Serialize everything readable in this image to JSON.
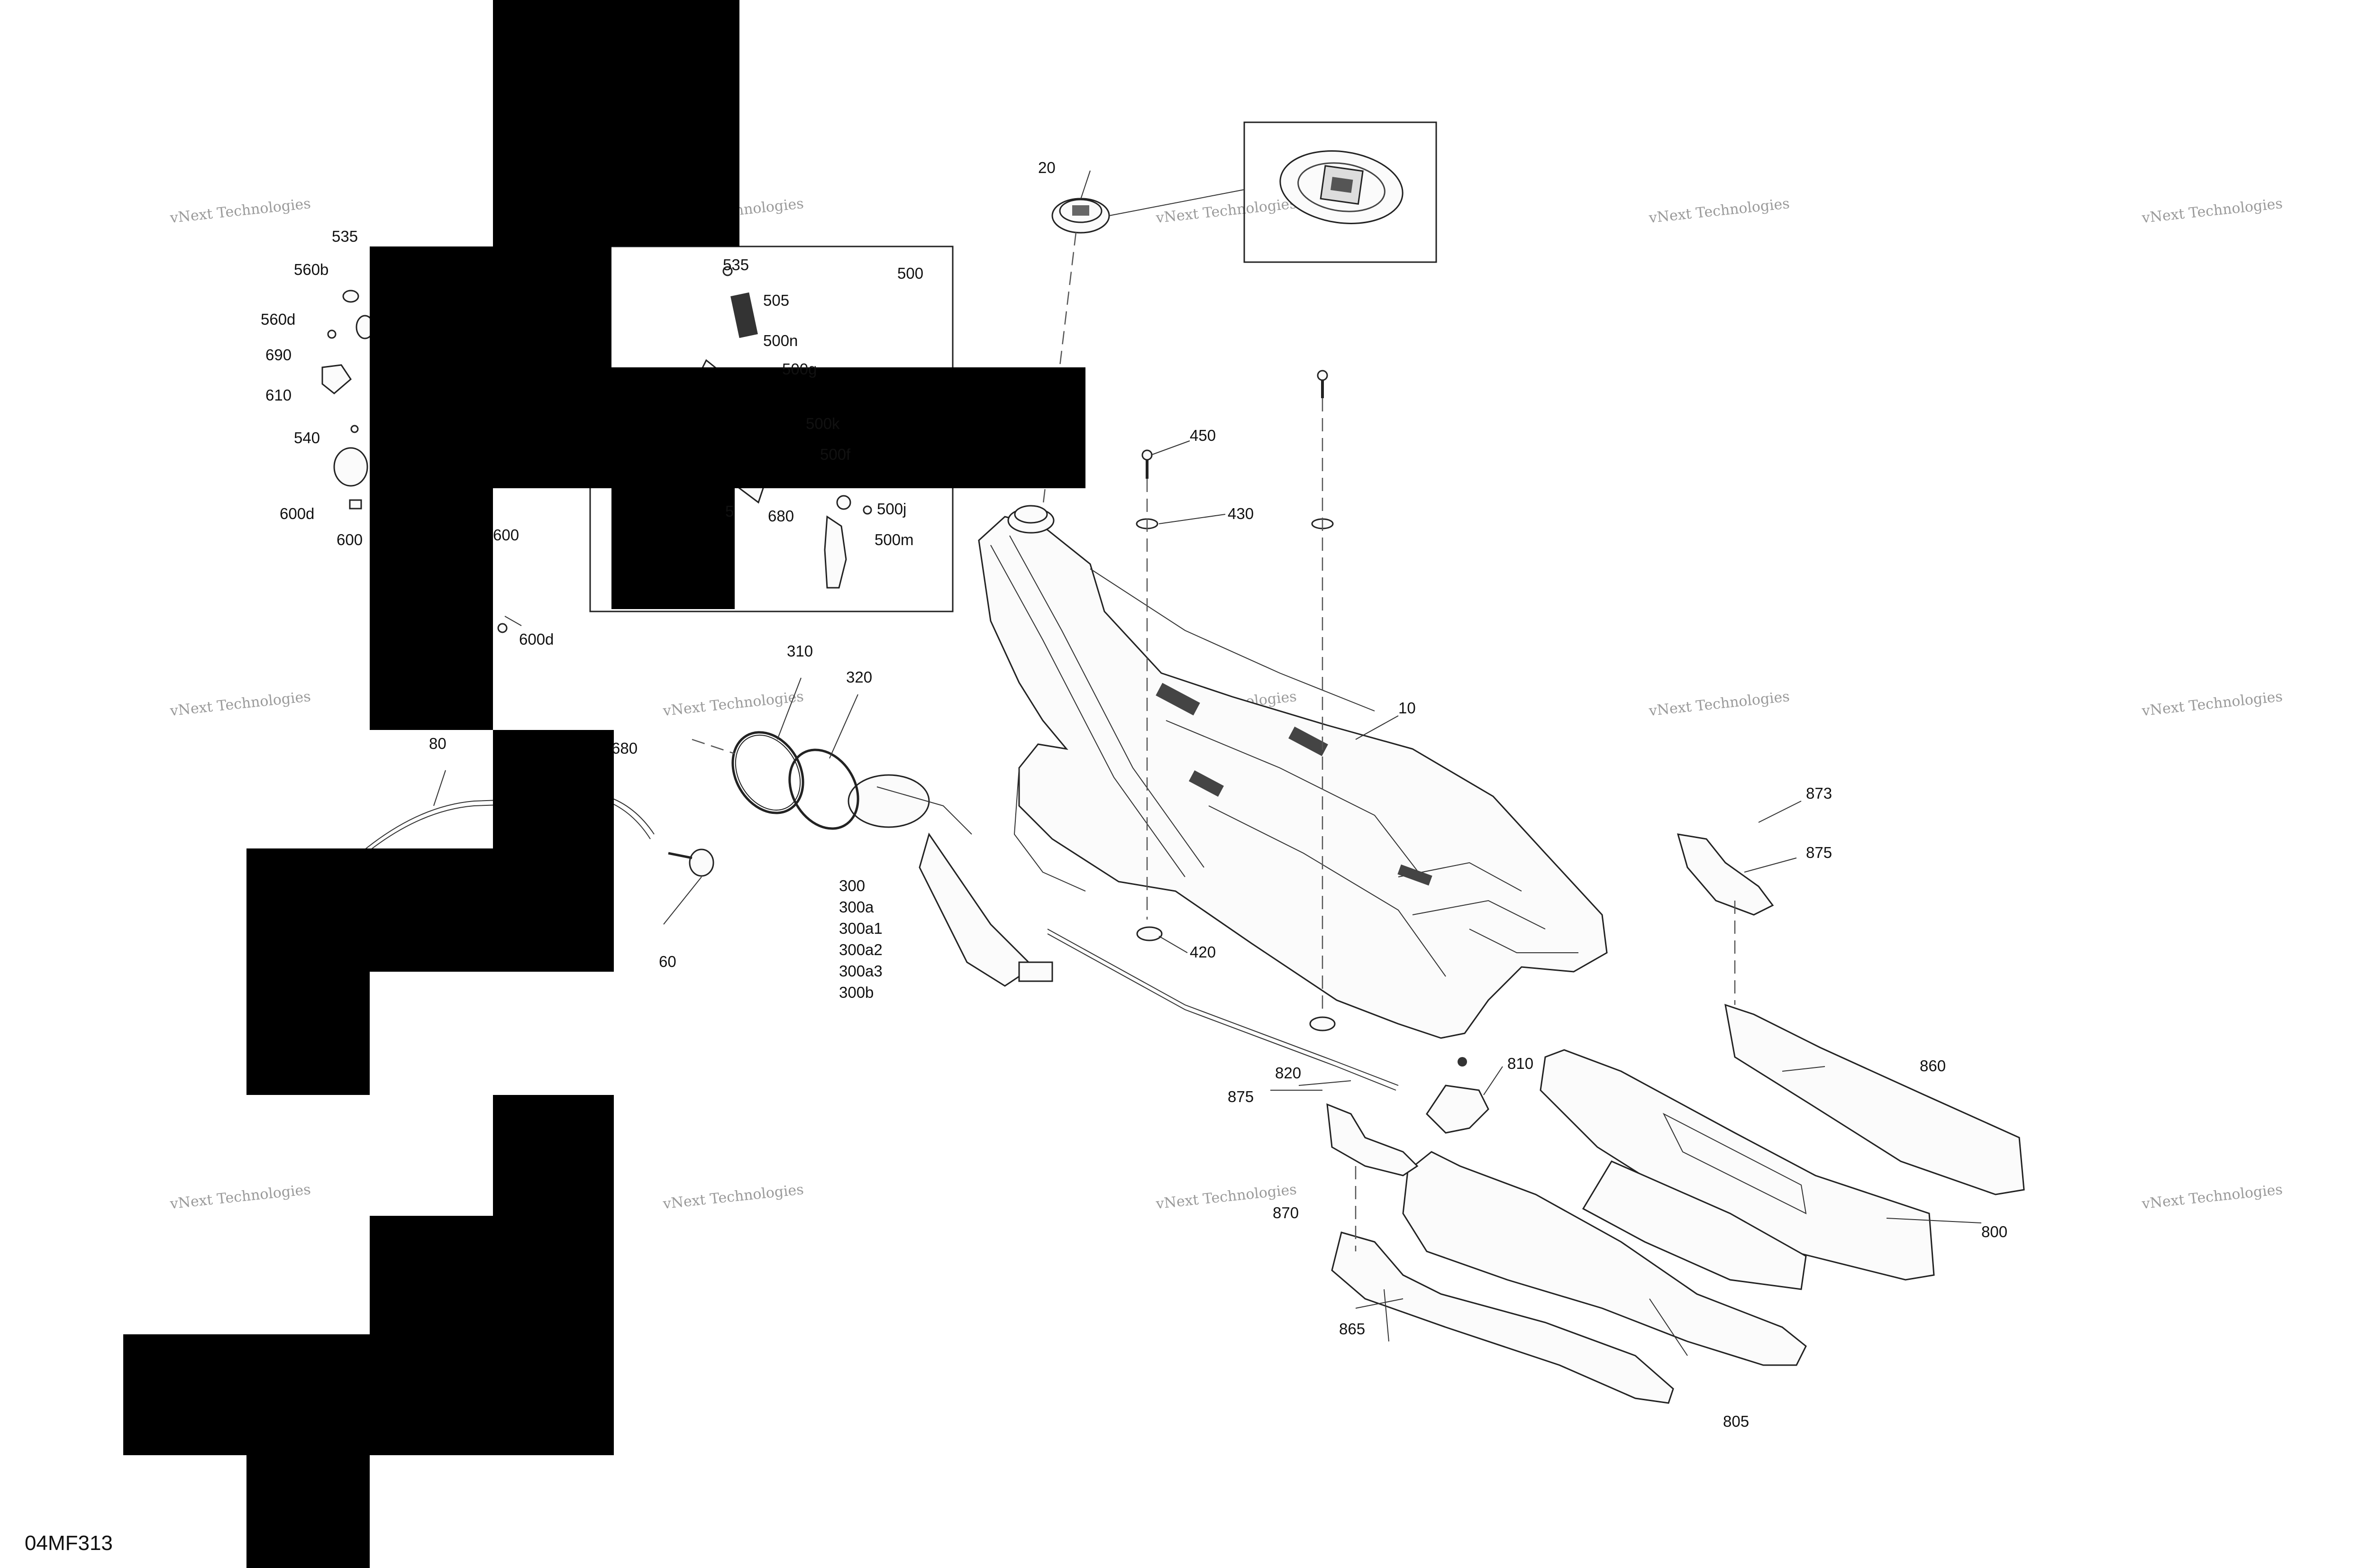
{
  "diagram": {
    "drawing_code": "04MF313",
    "watermark": "vNext Technologies",
    "inset_label": "500",
    "callouts": [
      {
        "id": "c535a",
        "text": "535"
      },
      {
        "id": "c560b",
        "text": "560b"
      },
      {
        "id": "c560d",
        "text": "560d"
      },
      {
        "id": "c690",
        "text": "690"
      },
      {
        "id": "c610",
        "text": "610"
      },
      {
        "id": "c540",
        "text": "540"
      },
      {
        "id": "c600d",
        "text": "600d"
      },
      {
        "id": "c600a",
        "text": "600"
      },
      {
        "id": "c600b",
        "text": "600"
      },
      {
        "id": "c600d2",
        "text": "600d"
      },
      {
        "id": "c535b",
        "text": "535"
      },
      {
        "id": "c505",
        "text": "505"
      },
      {
        "id": "c500n",
        "text": "500n"
      },
      {
        "id": "c500g",
        "text": "500g"
      },
      {
        "id": "c500k",
        "text": "500k"
      },
      {
        "id": "c500f",
        "text": "500f"
      },
      {
        "id": "c5x",
        "text": "5"
      },
      {
        "id": "c680a",
        "text": "680"
      },
      {
        "id": "c500j",
        "text": "500j"
      },
      {
        "id": "c500m",
        "text": "500m"
      },
      {
        "id": "c20",
        "text": "20"
      },
      {
        "id": "c450",
        "text": "450"
      },
      {
        "id": "c430",
        "text": "430"
      },
      {
        "id": "c310",
        "text": "310"
      },
      {
        "id": "c320",
        "text": "320"
      },
      {
        "id": "c10",
        "text": "10"
      },
      {
        "id": "c80",
        "text": "80"
      },
      {
        "id": "c680b",
        "text": "680"
      },
      {
        "id": "c60",
        "text": "60"
      },
      {
        "id": "c300",
        "text": "300"
      },
      {
        "id": "c300a",
        "text": "300a"
      },
      {
        "id": "c300a1",
        "text": "300a1"
      },
      {
        "id": "c300a2",
        "text": "300a2"
      },
      {
        "id": "c300a3",
        "text": "300a3"
      },
      {
        "id": "c300b",
        "text": "300b"
      },
      {
        "id": "c420",
        "text": "420"
      },
      {
        "id": "c873",
        "text": "873"
      },
      {
        "id": "c875a",
        "text": "875"
      },
      {
        "id": "c820",
        "text": "820"
      },
      {
        "id": "c810",
        "text": "810"
      },
      {
        "id": "c875b",
        "text": "875"
      },
      {
        "id": "c860",
        "text": "860"
      },
      {
        "id": "c870",
        "text": "870"
      },
      {
        "id": "c800",
        "text": "800"
      },
      {
        "id": "c865",
        "text": "865"
      },
      {
        "id": "c805",
        "text": "805"
      }
    ]
  }
}
